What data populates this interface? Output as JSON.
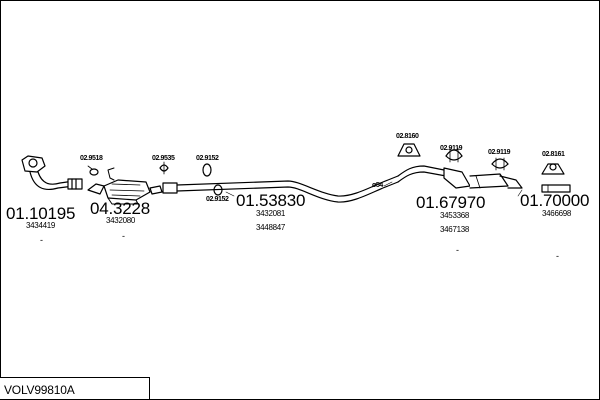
{
  "diagram": {
    "code": "VOLV99810A",
    "groups": [
      {
        "main": "01.10195",
        "refs": [
          "3434419"
        ]
      },
      {
        "main": "04.3228",
        "refs": [
          "3432080"
        ]
      },
      {
        "main": "01.53830",
        "refs": [
          "3432081",
          "3448847"
        ]
      },
      {
        "main": "01.67970",
        "refs": [
          "3453368",
          "3467138"
        ]
      },
      {
        "main": "01.70000",
        "refs": [
          "3466698"
        ]
      }
    ],
    "parts": [
      {
        "label": "02.9518"
      },
      {
        "label": "02.9535"
      },
      {
        "label": "02.9152"
      },
      {
        "label": "02.9152"
      },
      {
        "label": "02.8160"
      },
      {
        "label": "02.9119"
      },
      {
        "label": "02.9119"
      },
      {
        "label": "02.8161"
      }
    ],
    "pipe_note": "ø54",
    "dots": [
      "-",
      "-",
      "-",
      "-"
    ]
  }
}
